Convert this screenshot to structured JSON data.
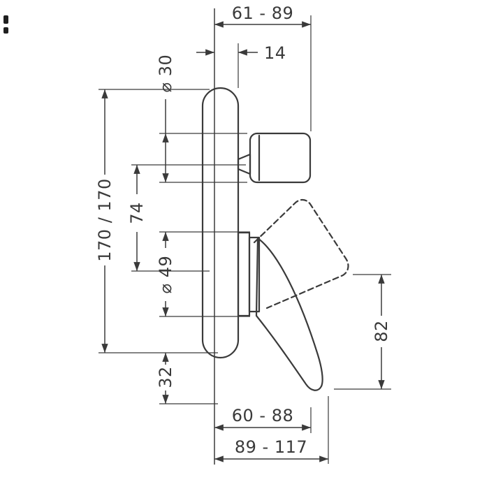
{
  "diagram": {
    "figure_type": "technical-dimension-drawing",
    "colors": {
      "line": "#3a3a3a",
      "background": "#ffffff"
    },
    "labels": {
      "top_span": "61 - 89",
      "plate_depth": "14",
      "knob_diameter": "⌀ 30",
      "height_center": "170 / 170",
      "axis_offset": "74",
      "valve_diameter": "⌀ 49",
      "lower_offset": "32",
      "lever_swing": "82",
      "bottom_span_min": "60 - 88",
      "bottom_span_max": "89 - 117"
    }
  }
}
